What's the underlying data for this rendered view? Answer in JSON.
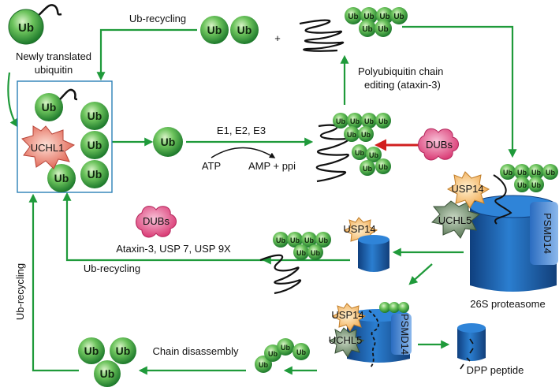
{
  "colors": {
    "arrow_green": "#1f9a3a",
    "inhibit_red": "#d11f1f",
    "ub_green": "#3aa33f",
    "proteasome_blue": "#1d62ad",
    "dubs_pink": "#e6457f",
    "uchl1_salmon": "#e8776a",
    "usp14_orange": "#f2b25c",
    "uchl5_gray": "#6e8a6a",
    "box_border": "#2b7fb6"
  },
  "text": {
    "newly_translated": [
      "Newly translated",
      "ubiquitin"
    ],
    "ub": "Ub",
    "ub_recycling_top": "Ub-recycling",
    "ub_recycling_mid": "Ub-recycling",
    "ub_recycling_left": "Ub-recycling",
    "plus": "+",
    "polyub_editing": [
      "Polyubiquitin chain",
      "editing (ataxin-3)"
    ],
    "enzymes": "E1, E2, E3",
    "atp": "ATP",
    "amp": "AMP + ppi",
    "dubs": "DUBs",
    "uchl1": "UCHL1",
    "usp14": "USP14",
    "uchl5": "UCHL5",
    "psmd14": "PSMD14",
    "proteasome": "26S proteasome",
    "dub_list": "Ataxin-3, USP 7, USP 9X",
    "chain_disassembly": "Chain disassembly",
    "dpp": "DPP peptide"
  },
  "icons": [
    "ubiquitin-sphere",
    "substrate-protein-coil",
    "dub-flower",
    "enzyme-starburst",
    "proteasome-cylinder"
  ]
}
